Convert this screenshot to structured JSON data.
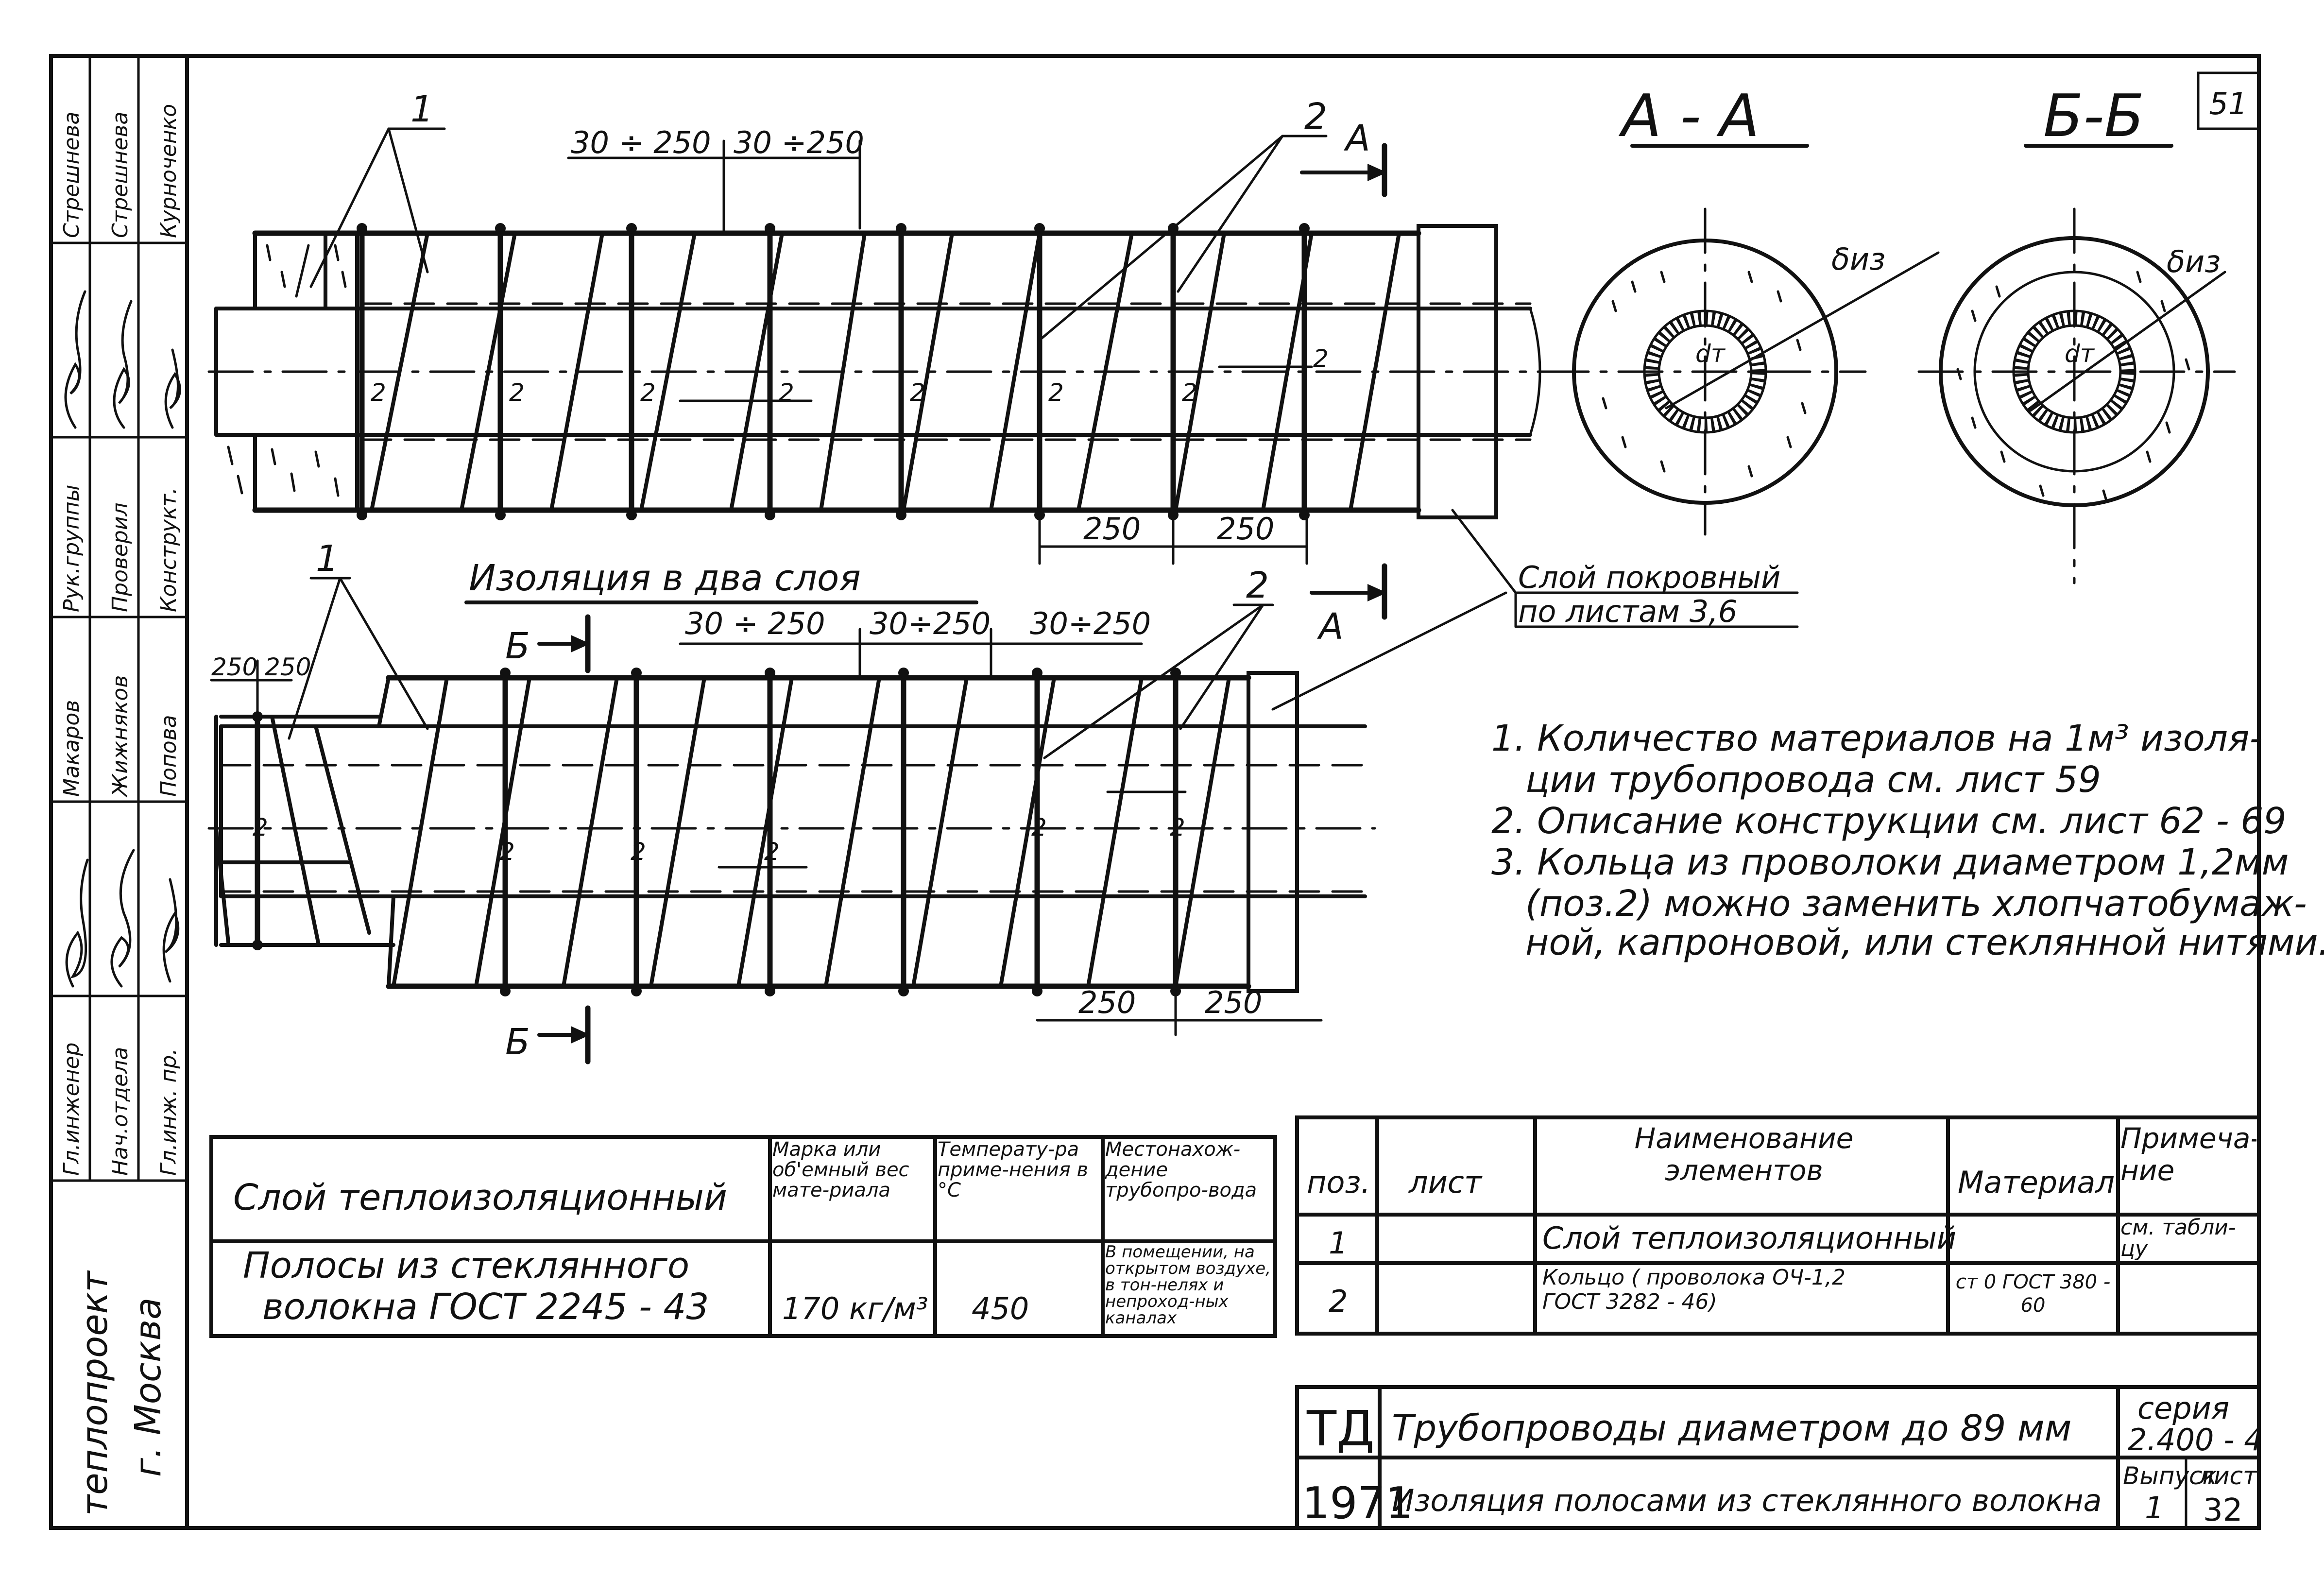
{
  "sheet_number": "51",
  "stamp_left": {
    "org": "теплопроект",
    "city": "г. Москва",
    "roles": [
      "Гл.инженер",
      "Нач.отдела",
      "Гл.инж. пр.",
      "Рук.группы",
      "Проверил",
      "Конструкт."
    ],
    "names": [
      "Макаров",
      "Жижняков",
      "Попова",
      "Стрешнева",
      "Стрешнева",
      "Курноченко"
    ]
  },
  "section_titles": {
    "aa": "А - А",
    "bb": "Б-Б"
  },
  "section_labels": {
    "delta_aa": "δиз",
    "delta_bb": "δиз",
    "dt_aa": "dт",
    "dt_bb": "dт",
    "cut_a": "А",
    "cut_b": "Б"
  },
  "dimensions": {
    "spacing_1": "30 ÷ 250",
    "spacing_2": "30 ÷250",
    "spacing_3": "30 ÷ 250",
    "spacing_4": "30÷250",
    "spacing_5": "30÷250",
    "ring_250": "250",
    "edge_250": "250"
  },
  "positions": {
    "p1": "1",
    "p2": "2"
  },
  "titles": {
    "two_layer": "Изоляция в два слоя"
  },
  "cover_note": {
    "line1": "Слой покровный",
    "line2": "по листам 3,6"
  },
  "notes": [
    "1. Количество материалов на 1м³ изоля-",
    "ции трубопровода см. лист 59",
    "2. Описание конструкции см. лист 62 - 69",
    "3. Кольца из проволоки диаметром 1,2мм",
    "(поз.2) можно заменить хлопчатобумаж-",
    "ной, капроновой, или стеклянной нитями."
  ],
  "layer_table": {
    "headers": [
      "Слой теплоизоляционный",
      "Марка или об'емный вес мате-риала",
      "Температу-ра приме-нения в °С",
      "Местонахож-дение трубопро-вода"
    ],
    "row": {
      "layer_l1": "Полосы из стеклянного",
      "layer_l2": "волокна ГОСТ 2245 - 43",
      "density": "170 кг/м³",
      "temp": "450",
      "location": "В помещении, на открытом воздухе, в тон-нелях и непроход-ных каналах"
    }
  },
  "spec_table": {
    "headers": [
      "поз.",
      "лист",
      "Наименование элементов",
      "Материал",
      "Примеча-ние"
    ],
    "rows": [
      {
        "pos": "1",
        "sheet": "",
        "name": "Слой теплоизоляционный",
        "material": "",
        "note": "см. табли-цу"
      },
      {
        "pos": "2",
        "sheet": "",
        "name": "Кольцо ( проволока ОЧ-1,2 ГОСТ 3282 - 46)",
        "material": "ст 0 ГОСТ 380 - 60",
        "note": ""
      }
    ]
  },
  "title_block": {
    "logo": "ТД",
    "year": "1971",
    "title": "Трубопроводы диаметром до 89 мм",
    "subtitle": "Изоляция полосами из стеклянного волокна",
    "series_label": "серия",
    "series_value": "2.400 - 4",
    "issue_label": "Выпуск",
    "issue_value": "1",
    "sheet_label": "лист",
    "sheet_value": "32"
  }
}
